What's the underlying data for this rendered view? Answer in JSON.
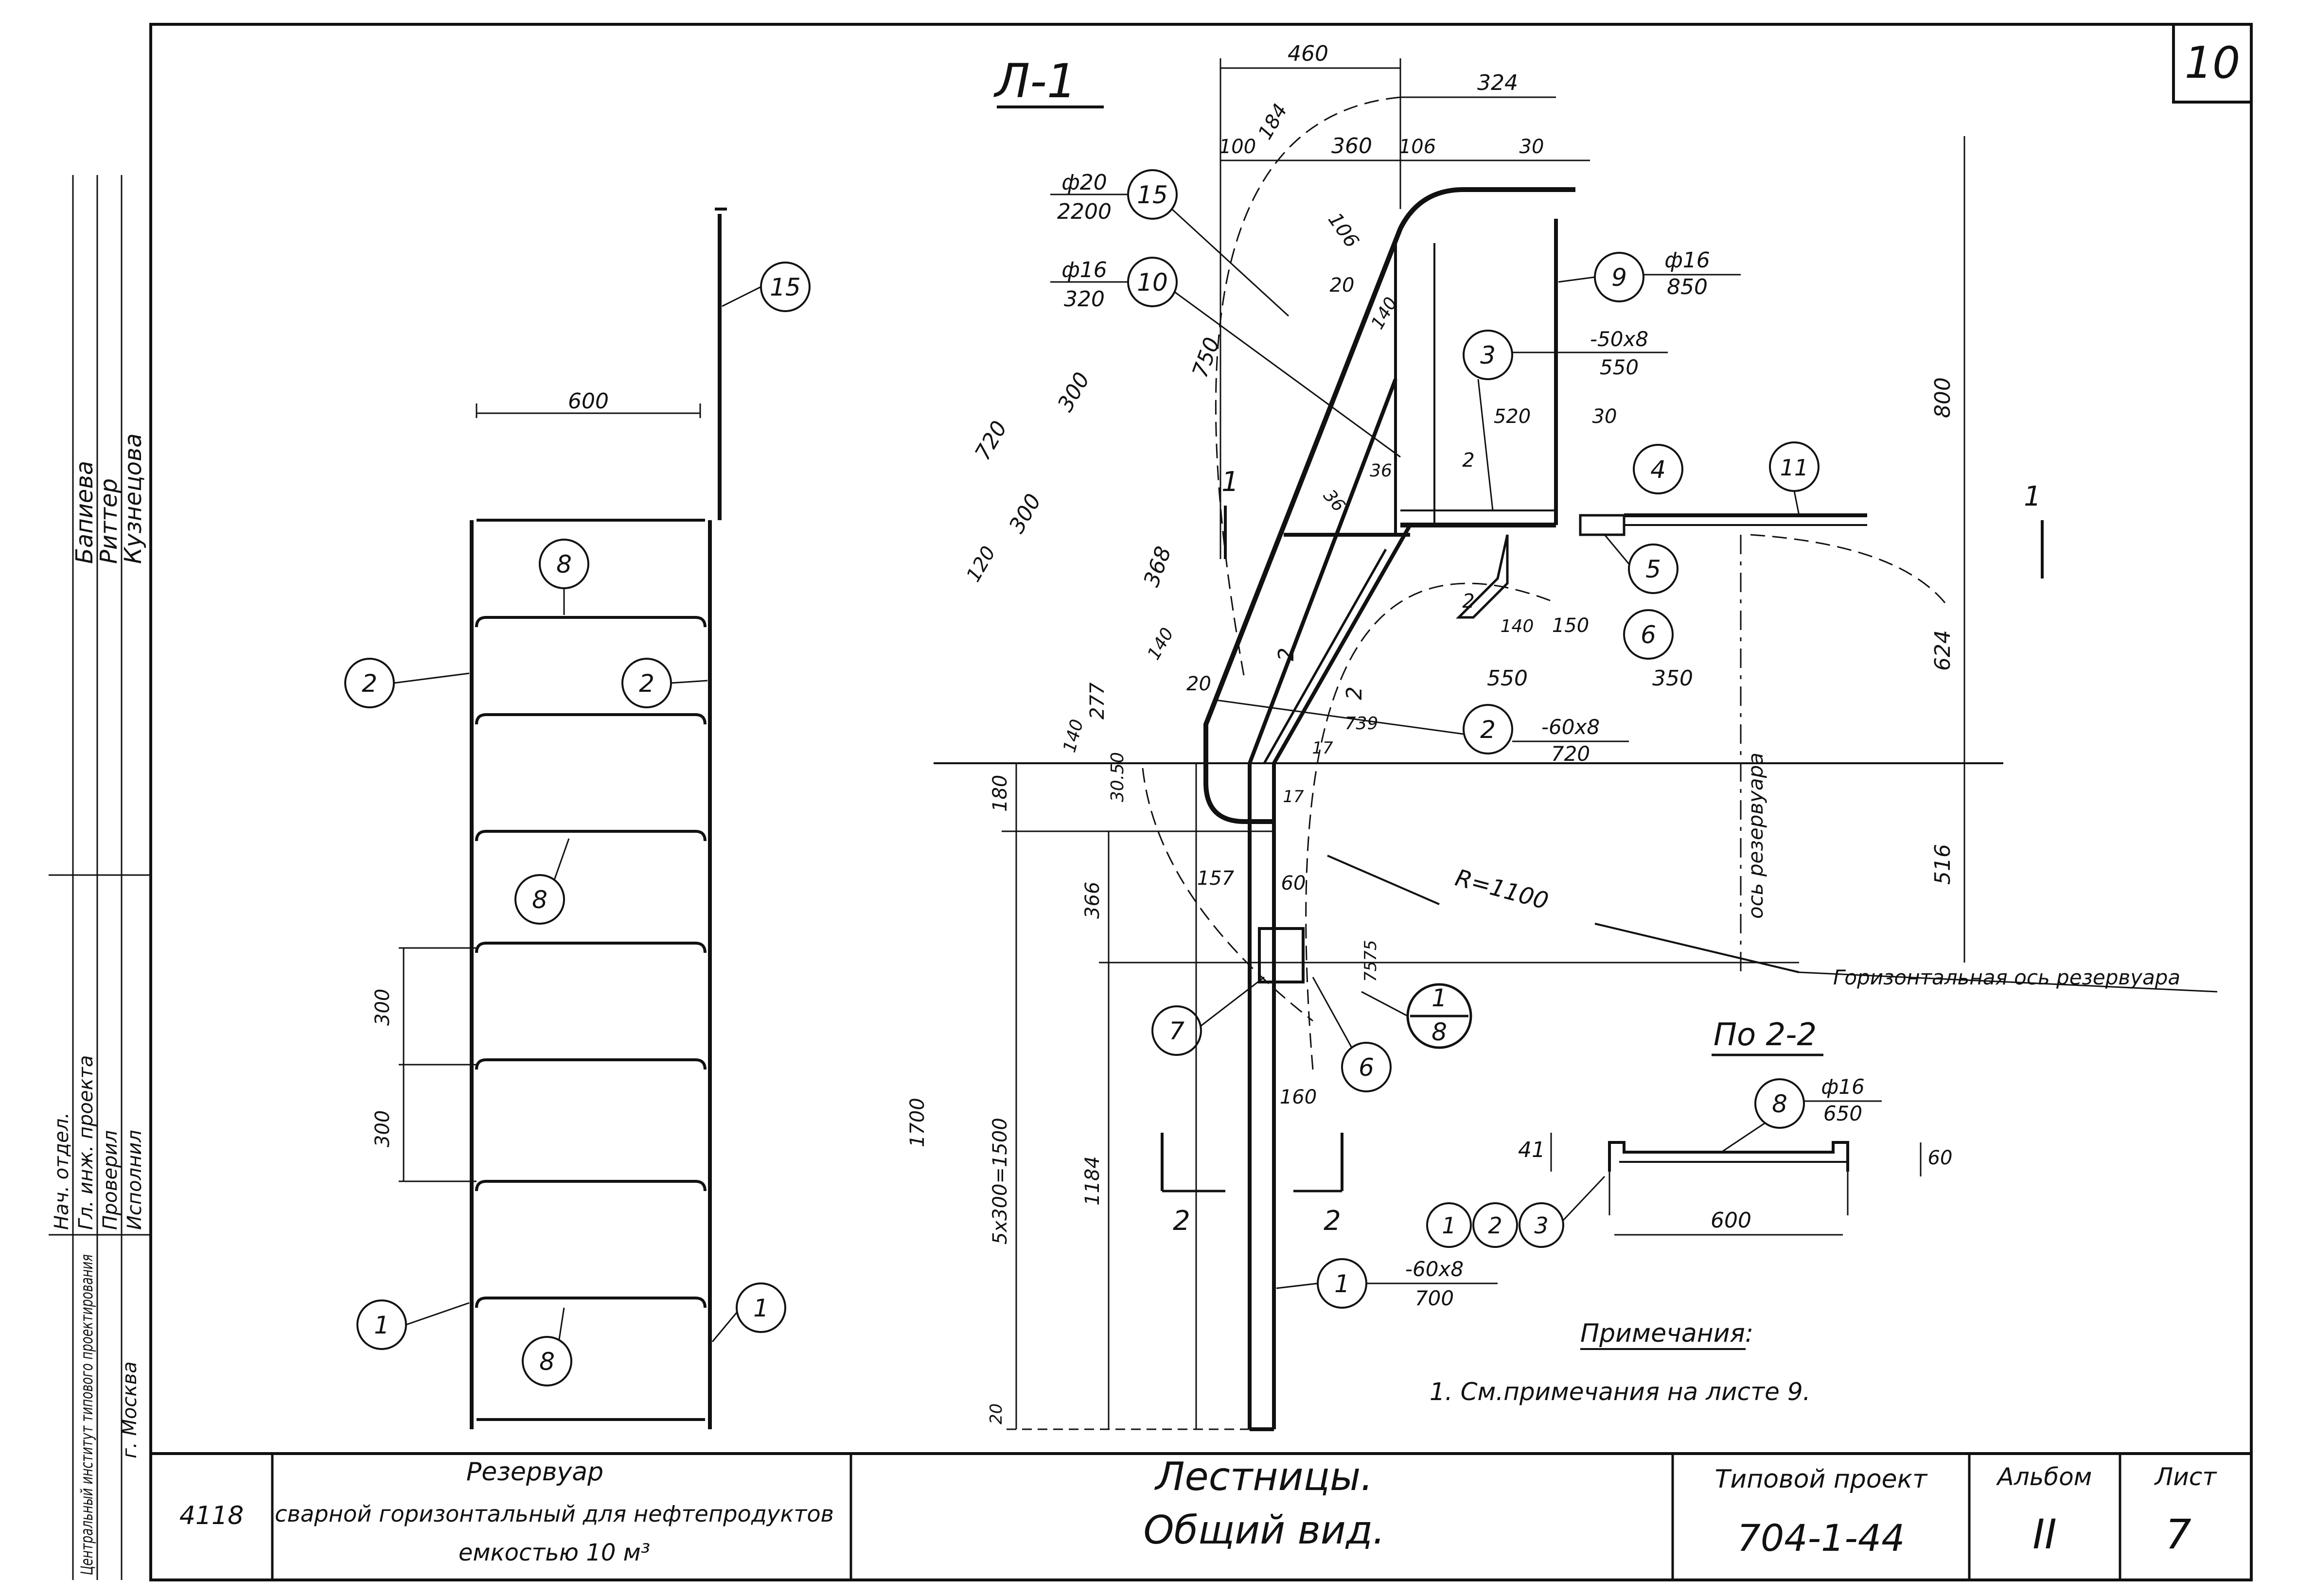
{
  "sheet_number": "10",
  "main_view": {
    "title": "Л-1",
    "section_marks": [
      "1",
      "1",
      "2",
      "2",
      "2",
      "2"
    ],
    "dims_top": [
      "460",
      "324",
      "100",
      "184",
      "360",
      "106",
      "30",
      "106",
      "20",
      "140"
    ],
    "dims_left": [
      "720",
      "300",
      "300",
      "120",
      "750",
      "368",
      "140",
      "277",
      "20",
      "140",
      "30.50",
      "157",
      "60",
      "180",
      "366",
      "1184",
      "5x300=1500",
      "1700",
      "20"
    ],
    "dims_right": [
      "800",
      "624",
      "516"
    ],
    "dims_mid": [
      "520",
      "30",
      "36",
      "36",
      "2",
      "2",
      "140",
      "150",
      "550",
      "350",
      "739",
      "17",
      "17",
      "7575",
      "160"
    ],
    "radius_label": "R=1100",
    "axis_vertical": "ось резервуара",
    "axis_horizontal": "Горизонтальная ось резервуара"
  },
  "callouts": [
    {
      "n": "15",
      "top": "ф20",
      "bottom": "2200"
    },
    {
      "n": "10",
      "top": "ф16",
      "bottom": "320"
    },
    {
      "n": "9",
      "top": "ф16",
      "bottom": "850"
    },
    {
      "n": "3",
      "top": "-50x8",
      "bottom": "550"
    },
    {
      "n": "2",
      "top": "-60x8",
      "bottom": "720"
    },
    {
      "n": "1",
      "top": "-60x8",
      "bottom": "700"
    },
    {
      "n": "8",
      "top": "ф16",
      "bottom": "650"
    }
  ],
  "callout_plain": [
    "4",
    "11",
    "5",
    "6",
    "7",
    "6"
  ],
  "detail_ref": {
    "top": "1",
    "bottom": "8"
  },
  "side_view": {
    "dim_top": "600",
    "dim_300a": "300",
    "dim_300b": "300",
    "labels": [
      "15",
      "2",
      "2",
      "8",
      "8",
      "1",
      "1",
      "8"
    ]
  },
  "section_view": {
    "title": "По 2-2",
    "dim_41": "41",
    "dim_600": "600",
    "dim_60": "60",
    "balloons": [
      "1",
      "2",
      "3"
    ]
  },
  "notes": {
    "title": "Примечания:",
    "item1": "1. См.примечания на листе 9."
  },
  "left_margin": {
    "names": [
      "Бапиева",
      "Риттер",
      "Кузнецова"
    ],
    "roles": [
      "Нач. отдел.",
      "Гл. инж. проекта",
      "Проверил",
      "Исполнил"
    ],
    "org": "Центральный институт типового проектирования",
    "city": "г. Москва"
  },
  "title_block": {
    "code": "4118",
    "object_title": "Резервуар",
    "object_desc1": "сварной горизонтальный для нефтепродуктов",
    "object_desc2": "емкостью 10 м³",
    "drawing_title": "Лестницы.",
    "drawing_subtitle": "Общий вид.",
    "project_label": "Типовой проект",
    "project_number": "704-1-44",
    "album_label": "Альбом",
    "album_value": "II",
    "sheet_label": "Лист",
    "sheet_value": "7"
  }
}
